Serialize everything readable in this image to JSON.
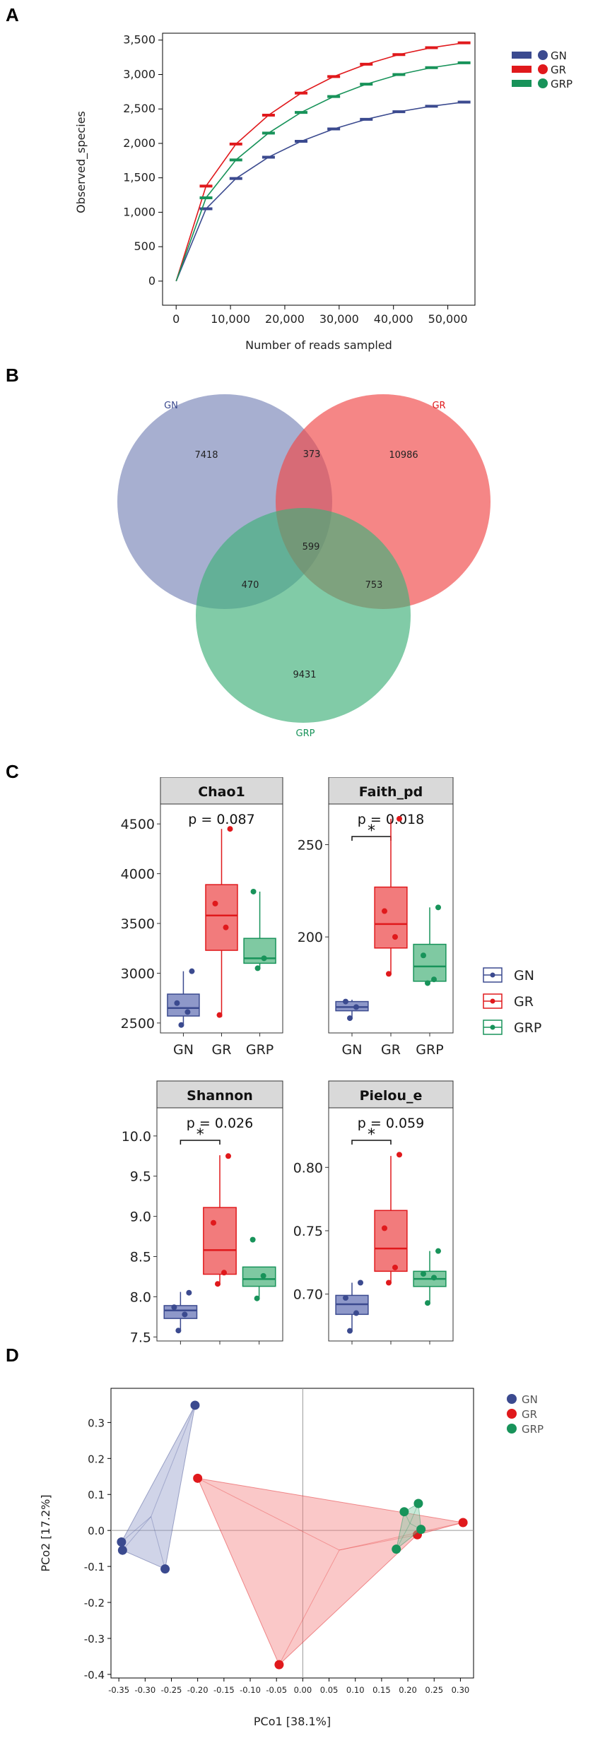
{
  "panels": {
    "a": "A",
    "b": "B",
    "c": "C",
    "d": "D"
  },
  "colors": {
    "GN": "#3b4a8f",
    "GR": "#e0191c",
    "GRP": "#18935a"
  },
  "chart_data": [
    {
      "type": "line",
      "panel": "A",
      "xlabel": "Number of reads sampled",
      "ylabel": "Observed_species",
      "xlim": [
        -2500,
        55000
      ],
      "ylim": [
        -350,
        3600
      ],
      "xticks": [
        0,
        10000,
        20000,
        30000,
        40000,
        50000
      ],
      "xtick_labels": [
        "0",
        "10,000",
        "20,000",
        "30,000",
        "40,000",
        "50,000"
      ],
      "yticks": [
        0,
        500,
        1000,
        1500,
        2000,
        2500,
        3000,
        3500
      ],
      "ytick_labels": [
        "0",
        "500",
        "1,000",
        "1,500",
        "2,000",
        "2,500",
        "3,000",
        "3,500"
      ],
      "x": [
        0,
        5500,
        11000,
        17000,
        23000,
        29000,
        35000,
        41000,
        47000,
        53000
      ],
      "series": [
        {
          "name": "GN",
          "values": [
            0,
            1050,
            1490,
            1800,
            2030,
            2210,
            2350,
            2460,
            2540,
            2600
          ]
        },
        {
          "name": "GR",
          "values": [
            0,
            1380,
            1990,
            2410,
            2730,
            2970,
            3150,
            3290,
            3390,
            3460
          ]
        },
        {
          "name": "GRP",
          "values": [
            0,
            1210,
            1760,
            2150,
            2450,
            2680,
            2860,
            3000,
            3100,
            3170
          ]
        }
      ],
      "legend": [
        "GN",
        "GR",
        "GRP"
      ]
    },
    {
      "type": "venn",
      "panel": "B",
      "sets": [
        "GN",
        "GR",
        "GRP"
      ],
      "regions": {
        "GN_only": "7418",
        "GR_only": "10986",
        "GRP_only": "9431",
        "GN_GR": "373",
        "GN_GRP": "470",
        "GR_GRP": "753",
        "all": "599"
      }
    },
    {
      "type": "box",
      "panel": "C",
      "categories": [
        "GN",
        "GR",
        "GRP"
      ],
      "legend": [
        "GN",
        "GR",
        "GRP"
      ],
      "facets": [
        {
          "title": "Chao1",
          "p": "p = 0.087",
          "sig": "",
          "ylim": [
            2400,
            4700
          ],
          "yticks": [
            2500,
            3000,
            3500,
            4000,
            4500
          ],
          "ytick_labels": [
            "2500",
            "3000",
            "3500",
            "4000",
            "4500"
          ],
          "boxes": [
            {
              "min": 2480,
              "q1": 2570,
              "median": 2650,
              "q3": 2790,
              "max": 3020,
              "points": [
                2480,
                2610,
                2700,
                3020
              ]
            },
            {
              "min": 2560,
              "q1": 3230,
              "median": 3580,
              "q3": 3890,
              "max": 4450,
              "points": [
                2580,
                3460,
                3700,
                4450
              ]
            },
            {
              "min": 3050,
              "q1": 3100,
              "median": 3150,
              "q3": 3350,
              "max": 3820,
              "points": [
                3050,
                3150,
                3820
              ]
            }
          ]
        },
        {
          "title": "Faith_pd",
          "p": "p = 0.018",
          "sig": "*",
          "ylim": [
            148,
            272
          ],
          "yticks": [
            200,
            250
          ],
          "ytick_labels": [
            "200",
            "250"
          ],
          "boxes": [
            {
              "min": 156,
              "q1": 160,
              "median": 162,
              "q3": 165,
              "max": 166,
              "points": [
                156,
                162,
                165
              ]
            },
            {
              "min": 180,
              "q1": 194,
              "median": 207,
              "q3": 227,
              "max": 264,
              "points": [
                180,
                200,
                214,
                264
              ]
            },
            {
              "min": 175,
              "q1": 176,
              "median": 184,
              "q3": 196,
              "max": 216,
              "points": [
                175,
                177,
                190,
                216
              ]
            }
          ]
        },
        {
          "title": "Shannon",
          "p": "p = 0.026",
          "sig": "*",
          "ylim": [
            7.45,
            10.35
          ],
          "yticks": [
            7.5,
            8.0,
            8.5,
            9.0,
            9.5,
            10.0
          ],
          "ytick_labels": [
            "7.5",
            "8.0",
            "8.5",
            "9.0",
            "9.5",
            "10.0"
          ],
          "boxes": [
            {
              "min": 7.58,
              "q1": 7.73,
              "median": 7.83,
              "q3": 7.89,
              "max": 8.06,
              "points": [
                7.58,
                7.78,
                7.87,
                8.05
              ]
            },
            {
              "min": 8.15,
              "q1": 8.28,
              "median": 8.58,
              "q3": 9.11,
              "max": 9.76,
              "points": [
                8.16,
                8.3,
                8.92,
                9.75
              ]
            },
            {
              "min": 7.98,
              "q1": 8.13,
              "median": 8.22,
              "q3": 8.37,
              "max": 8.37,
              "points": [
                7.98,
                8.26,
                8.71
              ]
            }
          ]
        },
        {
          "title": "Pielou_e",
          "p": "p = 0.059",
          "sig": "*",
          "ylim": [
            0.663,
            0.847
          ],
          "yticks": [
            0.7,
            0.75,
            0.8
          ],
          "ytick_labels": [
            "0.70",
            "0.75",
            "0.80"
          ],
          "boxes": [
            {
              "min": 0.671,
              "q1": 0.684,
              "median": 0.692,
              "q3": 0.699,
              "max": 0.709,
              "points": [
                0.671,
                0.685,
                0.697,
                0.709
              ]
            },
            {
              "min": 0.709,
              "q1": 0.718,
              "median": 0.736,
              "q3": 0.766,
              "max": 0.809,
              "points": [
                0.709,
                0.721,
                0.752,
                0.81
              ]
            },
            {
              "min": 0.693,
              "q1": 0.706,
              "median": 0.712,
              "q3": 0.718,
              "max": 0.734,
              "points": [
                0.693,
                0.713,
                0.716,
                0.734
              ]
            }
          ]
        }
      ]
    },
    {
      "type": "scatter",
      "panel": "D",
      "xlabel": "PCo1 [38.1%]",
      "ylabel": "PCo2 [17.2%]",
      "xlim": [
        -0.365,
        0.325
      ],
      "ylim": [
        -0.41,
        0.395
      ],
      "xticks": [
        -0.35,
        -0.3,
        -0.25,
        -0.2,
        -0.15,
        -0.1,
        -0.05,
        0.0,
        0.05,
        0.1,
        0.15,
        0.2,
        0.25,
        0.3
      ],
      "xtick_labels": [
        "-0.35",
        "-0.30",
        "-0.25",
        "-0.20",
        "-0.15",
        "-0.10",
        "-0.05",
        "0.00",
        "0.05",
        "0.10",
        "0.15",
        "0.20",
        "0.25",
        "0.30"
      ],
      "yticks": [
        -0.4,
        -0.3,
        -0.2,
        -0.1,
        0.0,
        0.1,
        0.2,
        0.3
      ],
      "ytick_labels": [
        "-0.4",
        "-0.3",
        "-0.2",
        "-0.1",
        "0.0",
        "0.1",
        "0.2",
        "0.3"
      ],
      "series": [
        {
          "name": "GN",
          "points": [
            [
              -0.205,
              0.348
            ],
            [
              -0.345,
              -0.032
            ],
            [
              -0.343,
              -0.055
            ],
            [
              -0.262,
              -0.107
            ]
          ]
        },
        {
          "name": "GR",
          "points": [
            [
              -0.2,
              0.145
            ],
            [
              -0.045,
              -0.373
            ],
            [
              0.305,
              0.022
            ],
            [
              0.218,
              -0.012
            ]
          ]
        },
        {
          "name": "GRP",
          "points": [
            [
              0.193,
              0.052
            ],
            [
              0.22,
              0.075
            ],
            [
              0.225,
              0.003
            ],
            [
              0.178,
              -0.052
            ]
          ]
        }
      ],
      "legend": [
        "GN",
        "GR",
        "GRP"
      ]
    }
  ]
}
